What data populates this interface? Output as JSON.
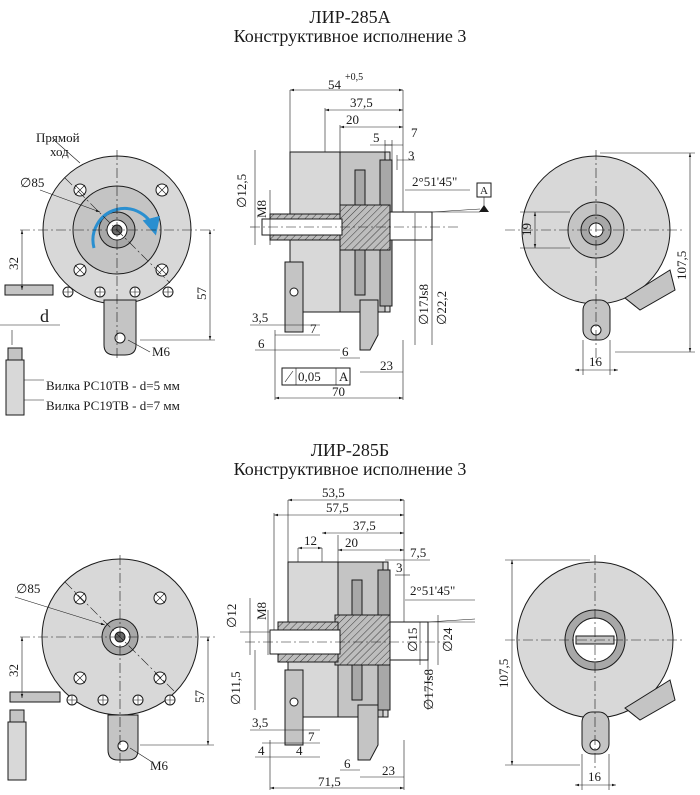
{
  "top": {
    "model": "ЛИР-285А",
    "variant": "Конструктивное исполнение 3",
    "front": {
      "direct_label_1": "Прямой",
      "direct_label_2": "ход",
      "dia": "∅85",
      "dim_32": "32",
      "dim_57": "57",
      "dim_d": "d",
      "thread": "М6",
      "plug1": "Вилка РС10ТВ - d=5 мм",
      "plug2": "Вилка РС19ТВ - d=7 мм"
    },
    "side": {
      "dim_54": "54",
      "dim_54_tol": "+0,5",
      "dim_37_5": "37,5",
      "dim_20": "20",
      "dim_5": "5",
      "dim_7a": "7",
      "dim_3": "3",
      "angle": "2°51'45\"",
      "datum": "A",
      "d12_5": "∅12,5",
      "m8": "М8",
      "d17": "∅17Js8",
      "d22": "∅22,2",
      "dim_3_5": "3,5",
      "dim_7b": "7",
      "dim_6a": "6",
      "dim_6b": "6",
      "dim_23": "23",
      "tol_runout": "0,05",
      "tol_datum": "A",
      "dim_70": "70"
    },
    "rear": {
      "dim_19": "19",
      "dim_107": "107,5",
      "dim_16": "16"
    }
  },
  "bottom": {
    "model": "ЛИР-285Б",
    "variant": "Конструктивное исполнение 3",
    "front": {
      "dia": "∅85",
      "dim_32": "32",
      "dim_57": "57",
      "thread": "М6"
    },
    "side": {
      "dim_53_5": "53,5",
      "dim_57_5": "57,5",
      "dim_37_5": "37,5",
      "dim_12a": "12",
      "dim_20": "20",
      "dim_7_5": "7,5",
      "dim_3": "3",
      "angle": "2°51'45\"",
      "d12": "∅12",
      "m8": "М8",
      "d11_5": "∅11,5",
      "d15": "∅15",
      "d24": "∅24",
      "d17": "∅17Js8",
      "dim_3_5": "3,5",
      "dim_7": "7",
      "dim_4a": "4",
      "dim_4b": "4",
      "dim_6": "6",
      "dim_23": "23",
      "dim_71_5": "71,5"
    },
    "rear": {
      "dim_107": "107,5",
      "dim_16": "16"
    }
  }
}
